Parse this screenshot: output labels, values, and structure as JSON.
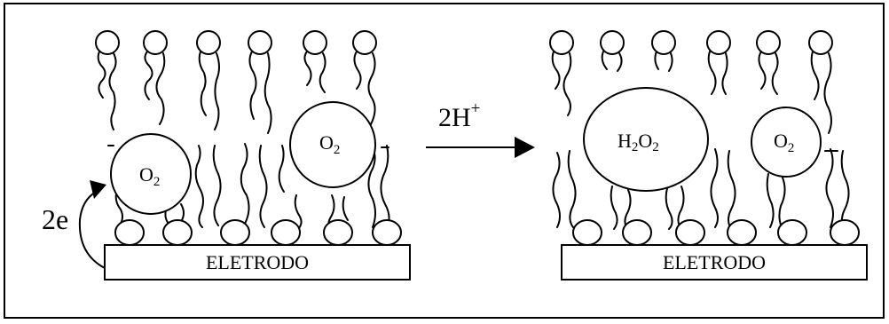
{
  "left_panel": {
    "electrode_label": "ELETRODO",
    "o2_bound": {
      "main": "O",
      "sub": "2"
    },
    "o2_free": {
      "main": "O",
      "sub": "2"
    },
    "electrons_label": "2e"
  },
  "reaction_arrow": {
    "label_main": "2H",
    "label_sup": "+"
  },
  "right_panel": {
    "electrode_label": "ELETRODO",
    "h2o2": {
      "p1": "H",
      "s1": "2",
      "p2": "O",
      "s2": "2"
    },
    "o2_free": {
      "main": "O",
      "sub": "2"
    }
  }
}
